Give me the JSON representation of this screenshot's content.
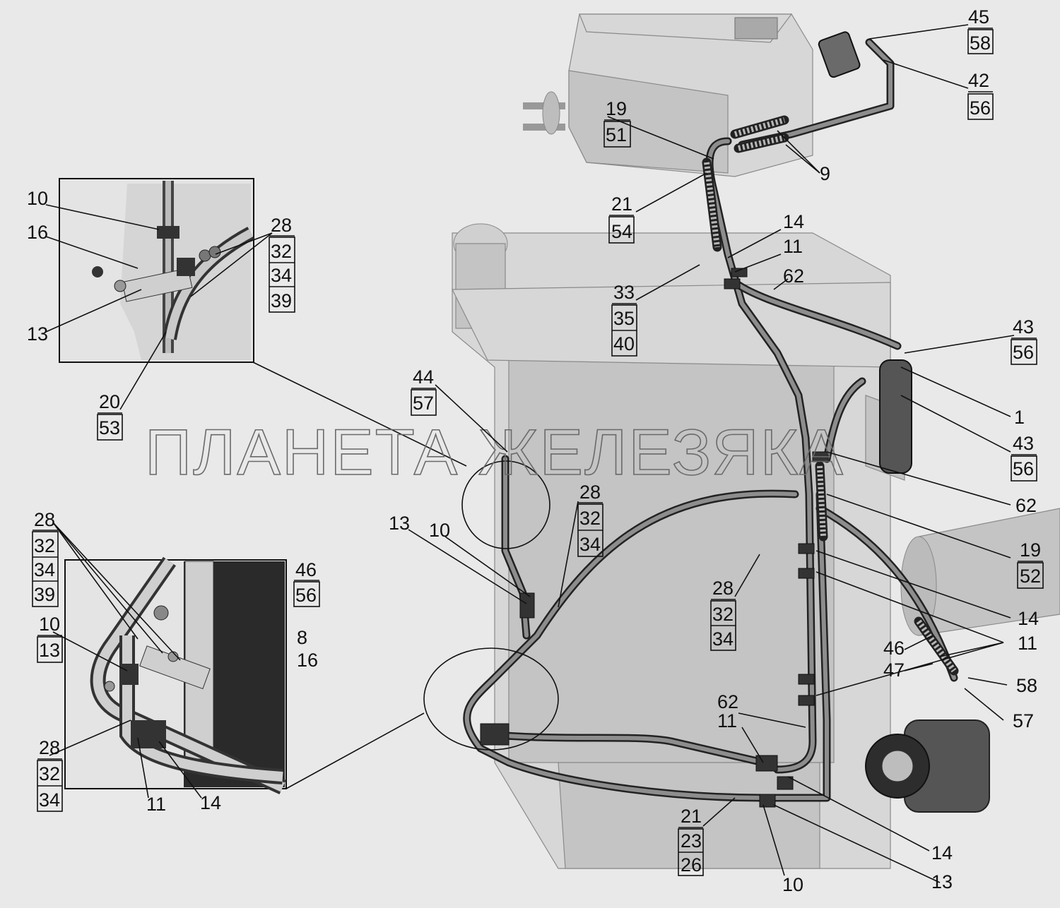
{
  "watermark": "ПЛАНЕТА ЖЕЛЕЗЯКА",
  "callouts": {
    "c45_58": [
      "45",
      "58"
    ],
    "c42_56": [
      "42",
      "56"
    ],
    "c19_51": [
      "19",
      "51"
    ],
    "c9": [
      "9"
    ],
    "c21_54": [
      "21",
      "54"
    ],
    "c14_top": [
      "14"
    ],
    "c11_top": [
      "11"
    ],
    "c62_top": [
      "62"
    ],
    "c33_35_40": [
      "33",
      "35",
      "40"
    ],
    "c43_56_top": [
      "43",
      "56"
    ],
    "c1": [
      "1"
    ],
    "c43_56_mid": [
      "43",
      "56"
    ],
    "c62_mid": [
      "62"
    ],
    "c19_52": [
      "19",
      "52"
    ],
    "c14_mid": [
      "14"
    ],
    "c11_mid": [
      "11"
    ],
    "c46": [
      "46"
    ],
    "c47": [
      "47"
    ],
    "c58": [
      "58"
    ],
    "c57": [
      "57"
    ],
    "c44_57": [
      "44",
      "57"
    ],
    "c28_32_34_mid": [
      "28",
      "32",
      "34"
    ],
    "c13_mid": [
      "13"
    ],
    "c10_mid": [
      "10"
    ],
    "c28_32_34_center": [
      "28",
      "32",
      "34"
    ],
    "c62_low": [
      "62"
    ],
    "c11_low": [
      "11"
    ],
    "c21_23_26": [
      "21",
      "23",
      "26"
    ],
    "c10_bottom": [
      "10"
    ],
    "c13_bottom": [
      "13"
    ],
    "c14_bottom": [
      "14"
    ]
  },
  "inset_top": {
    "c10": [
      "10"
    ],
    "c16": [
      "16"
    ],
    "c13": [
      "13"
    ],
    "c28_32_34_39": [
      "28",
      "32",
      "34",
      "39"
    ],
    "c20_53": [
      "20",
      "53"
    ]
  },
  "inset_bottom": {
    "c28_32_34_39": [
      "28",
      "32",
      "34",
      "39"
    ],
    "c10_13": [
      "10",
      "13"
    ],
    "c46_56": [
      "46",
      "56"
    ],
    "c8": [
      "8"
    ],
    "c16": [
      "16"
    ],
    "c28_32_34": [
      "28",
      "32",
      "34"
    ],
    "c11": [
      "11"
    ],
    "c14": [
      "14"
    ]
  }
}
